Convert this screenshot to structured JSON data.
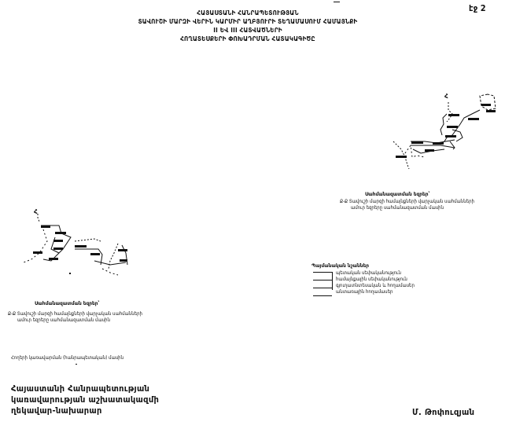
{
  "page_number": "էջ 2",
  "header": {
    "lines": [
      "ՀԱՅԱՍՏԱՆԻ ՀԱՆՐԱՊԵՏՈՒԹՅԱՆ",
      "ՏԱՎՈՒՇԻ ՄԱՐԶԻ ՎԵՐԻՆ ԿԱՐՄԻՐ ԱՂԲՅՈՒՐԻ ՏԵՂԱՄԱՍՈՒՄ ՀԱՄԱՅՆՔԻ",
      "II ԵՎ III ՀԱՏՎԱԾՆԵՐԻ",
      "ՀՈՂԱՏԵՍՔԵՐԻ ՓՈԽԱԴՐՄԱՆ ՀԱՏԱԿԱԳԻԾԸ"
    ]
  },
  "map_right": {
    "north_label": "Հ",
    "title": "Սահմանազատման եզրեր՝",
    "note_line1": "Ք-Ք  Տավուշի մարզի համայնքների վարչական սահմանների",
    "note_line2": "ամուր եզրերը սահմանազատման մասին"
  },
  "legend": {
    "title": "Պայմանական նշաններ",
    "items": [
      "պետական սեփականություն",
      "համայնքային սեփականություն",
      "գյուղատնտեսական և հողամասեր",
      "անտառային հողամասեր"
    ]
  },
  "map_left": {
    "north_label": "Հ",
    "title": "Սահմանազատման եզրեր՝",
    "note_line1": "Ք-Ք  Տավուշի մարզի համայնքների վարչական սահմանների",
    "note_line2": "ամուր եզրերը սահմանազատման մասին"
  },
  "footer_note": "Հողերի կառավարման (հանրապետական) մասին",
  "signature": {
    "position_lines": [
      "Հայաստանի Հանրապետության",
      "կառավարության աշխատակազմի",
      "ղեկավար-նախարար"
    ],
    "name": "Մ. Թոփուզյան"
  }
}
